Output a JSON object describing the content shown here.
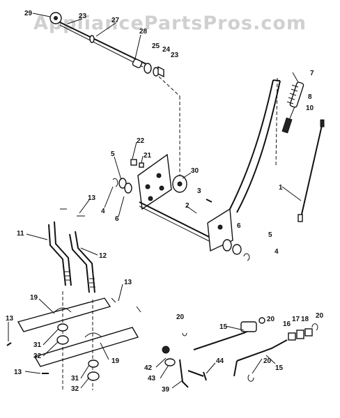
{
  "watermark": "AppliancePartsPros.com",
  "colors": {
    "ink": "#111111",
    "background": "#ffffff",
    "watermark": "#9a9a9a"
  },
  "callouts": [
    {
      "id": "c29",
      "label": "29"
    },
    {
      "id": "c23a",
      "label": "23"
    },
    {
      "id": "c27",
      "label": "27"
    },
    {
      "id": "c28",
      "label": "28"
    },
    {
      "id": "c25",
      "label": "25"
    },
    {
      "id": "c24",
      "label": "24"
    },
    {
      "id": "c23b",
      "label": "23"
    },
    {
      "id": "c7",
      "label": "7"
    },
    {
      "id": "c8",
      "label": "8"
    },
    {
      "id": "c10",
      "label": "10"
    },
    {
      "id": "c22",
      "label": "22"
    },
    {
      "id": "c21",
      "label": "21"
    },
    {
      "id": "c5a",
      "label": "5"
    },
    {
      "id": "c30",
      "label": "30"
    },
    {
      "id": "c3",
      "label": "3"
    },
    {
      "id": "c2",
      "label": "2"
    },
    {
      "id": "c1",
      "label": "1"
    },
    {
      "id": "c4a",
      "label": "4"
    },
    {
      "id": "c6a",
      "label": "6"
    },
    {
      "id": "c13a",
      "label": "13"
    },
    {
      "id": "c6b",
      "label": "6"
    },
    {
      "id": "c5b",
      "label": "5"
    },
    {
      "id": "c4b",
      "label": "4"
    },
    {
      "id": "c11",
      "label": "11"
    },
    {
      "id": "c12",
      "label": "12"
    },
    {
      "id": "c13b",
      "label": "13"
    },
    {
      "id": "c19a",
      "label": "19"
    },
    {
      "id": "c13c",
      "label": "13"
    },
    {
      "id": "c20a",
      "label": "20"
    },
    {
      "id": "c20b",
      "label": "20"
    },
    {
      "id": "c15a",
      "label": "15"
    },
    {
      "id": "c16a",
      "label": "16"
    },
    {
      "id": "c17",
      "label": "17"
    },
    {
      "id": "c18",
      "label": "18"
    },
    {
      "id": "c20c",
      "label": "20"
    },
    {
      "id": "c31a",
      "label": "31"
    },
    {
      "id": "c32a",
      "label": "32"
    },
    {
      "id": "c19b",
      "label": "19"
    },
    {
      "id": "c42",
      "label": "42"
    },
    {
      "id": "c44",
      "label": "44"
    },
    {
      "id": "c20d",
      "label": "20"
    },
    {
      "id": "c15b",
      "label": "15"
    },
    {
      "id": "c43",
      "label": "43"
    },
    {
      "id": "c13d",
      "label": "13"
    },
    {
      "id": "c31b",
      "label": "31"
    },
    {
      "id": "c32b",
      "label": "32"
    },
    {
      "id": "c39",
      "label": "39"
    }
  ]
}
